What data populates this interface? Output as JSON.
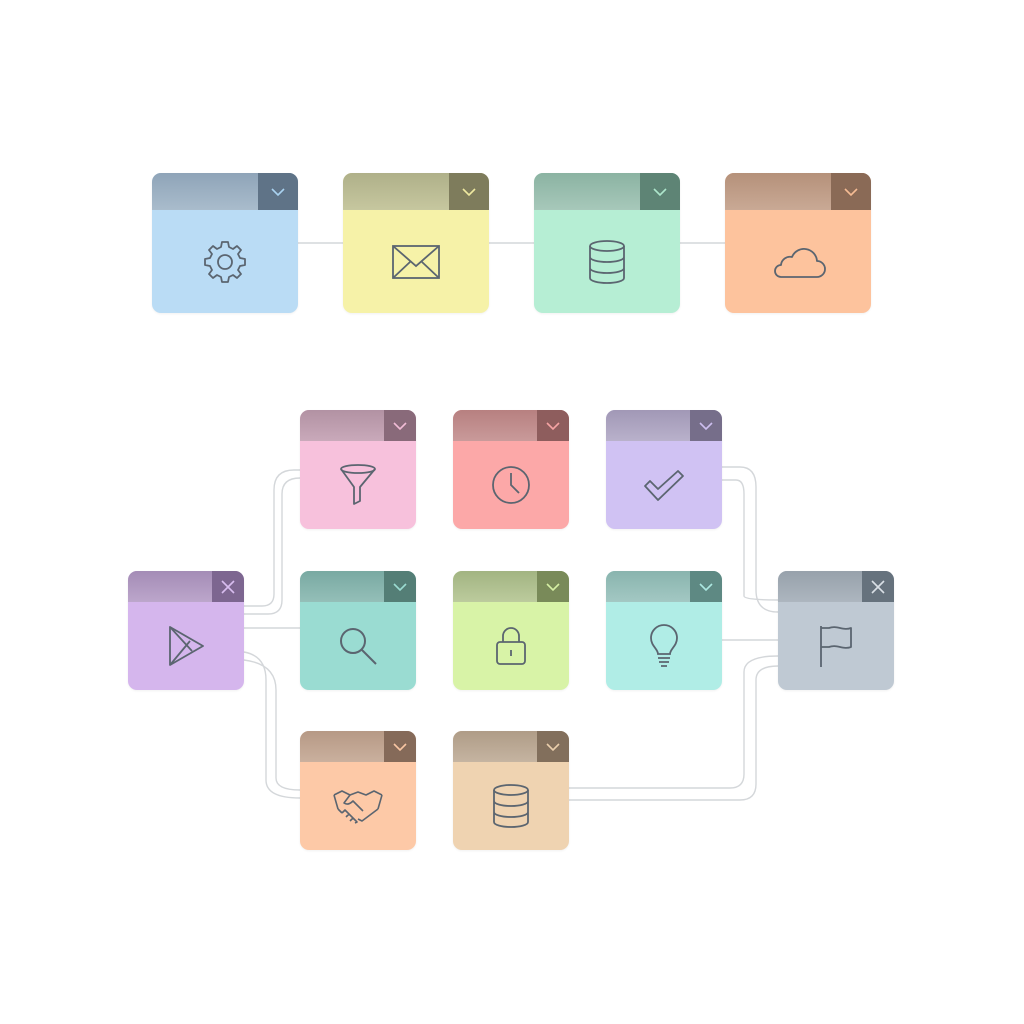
{
  "diagram": {
    "connector_color": "#d4d7da",
    "icon_stroke": "#5b6570",
    "top_row": [
      {
        "id": "gear",
        "icon": "gear-icon",
        "button": "chevron-down-icon",
        "body": "#badcf5",
        "header": "#8fa4b8",
        "header_light": "#a9bccc",
        "btn": "#5f7387",
        "btn_glyph": "#a9d2f0"
      },
      {
        "id": "mail",
        "icon": "envelope-icon",
        "button": "chevron-down-icon",
        "body": "#f6f2a8",
        "header": "#afb089",
        "header_light": "#c6c79f",
        "btn": "#7e7c5c",
        "btn_glyph": "#efe9a0"
      },
      {
        "id": "database",
        "icon": "database-icon",
        "button": "chevron-down-icon",
        "body": "#b6eed4",
        "header": "#8bb3a2",
        "header_light": "#a7c8ba",
        "btn": "#5e8475",
        "btn_glyph": "#aee6cc"
      },
      {
        "id": "cloud",
        "icon": "cloud-icon",
        "button": "chevron-down-icon",
        "body": "#fdc39d",
        "header": "#b5917a",
        "header_light": "#c9a995",
        "btn": "#8a6a56",
        "btn_glyph": "#f6bc94"
      }
    ],
    "flow": [
      {
        "id": "start",
        "icon": "play-icon",
        "button": "close-icon",
        "body": "#d5b6ed",
        "header": "#a48cb6",
        "header_light": "#bca6cb",
        "btn": "#7d6690",
        "btn_glyph": "#d8bdf0"
      },
      {
        "id": "funnel",
        "icon": "funnel-icon",
        "button": "chevron-down-icon",
        "body": "#f7c1dc",
        "header": "#b292a3",
        "header_light": "#c9a9ba",
        "btn": "#896a7a",
        "btn_glyph": "#f1bcd6"
      },
      {
        "id": "clock",
        "icon": "clock-icon",
        "button": "chevron-down-icon",
        "body": "#fca8a8",
        "header": "#b78080",
        "header_light": "#c99a9a",
        "btn": "#8e5d5d",
        "btn_glyph": "#f6a4a4"
      },
      {
        "id": "check",
        "icon": "checkmark-icon",
        "button": "chevron-down-icon",
        "body": "#d0c2f3",
        "header": "#a198b6",
        "header_light": "#b9b1cb",
        "btn": "#766e8a",
        "btn_glyph": "#cdbff0"
      },
      {
        "id": "search",
        "icon": "search-icon",
        "button": "chevron-down-icon",
        "body": "#9adcd2",
        "header": "#79a9a2",
        "header_light": "#94bfb8",
        "btn": "#547e76",
        "btn_glyph": "#9bdcd2"
      },
      {
        "id": "lock",
        "icon": "lock-icon",
        "button": "chevron-down-icon",
        "body": "#d8f3a7",
        "header": "#a2b482",
        "header_light": "#bccb9d",
        "btn": "#798a59",
        "btn_glyph": "#d6f0a4"
      },
      {
        "id": "bulb",
        "icon": "lightbulb-icon",
        "button": "chevron-down-icon",
        "body": "#b0ede6",
        "header": "#89b4ae",
        "header_light": "#a3c8c3",
        "btn": "#5e8983",
        "btn_glyph": "#ace8e1"
      },
      {
        "id": "flag",
        "icon": "flag-icon",
        "button": "close-icon",
        "body": "#bfc9d3",
        "header": "#97a1ab",
        "header_light": "#adb6bf",
        "btn": "#66727d",
        "btn_glyph": "#d9e0e6"
      },
      {
        "id": "handshake",
        "icon": "handshake-icon",
        "button": "chevron-down-icon",
        "body": "#fdc9a7",
        "header": "#b69985",
        "header_light": "#cab09e",
        "btn": "#856a59",
        "btn_glyph": "#f9c6a3"
      },
      {
        "id": "database2",
        "icon": "database-icon",
        "button": "chevron-down-icon",
        "body": "#efd3b1",
        "header": "#af9c87",
        "header_light": "#c5b4a1",
        "btn": "#826f5c",
        "btn_glyph": "#ebcfac"
      }
    ]
  }
}
